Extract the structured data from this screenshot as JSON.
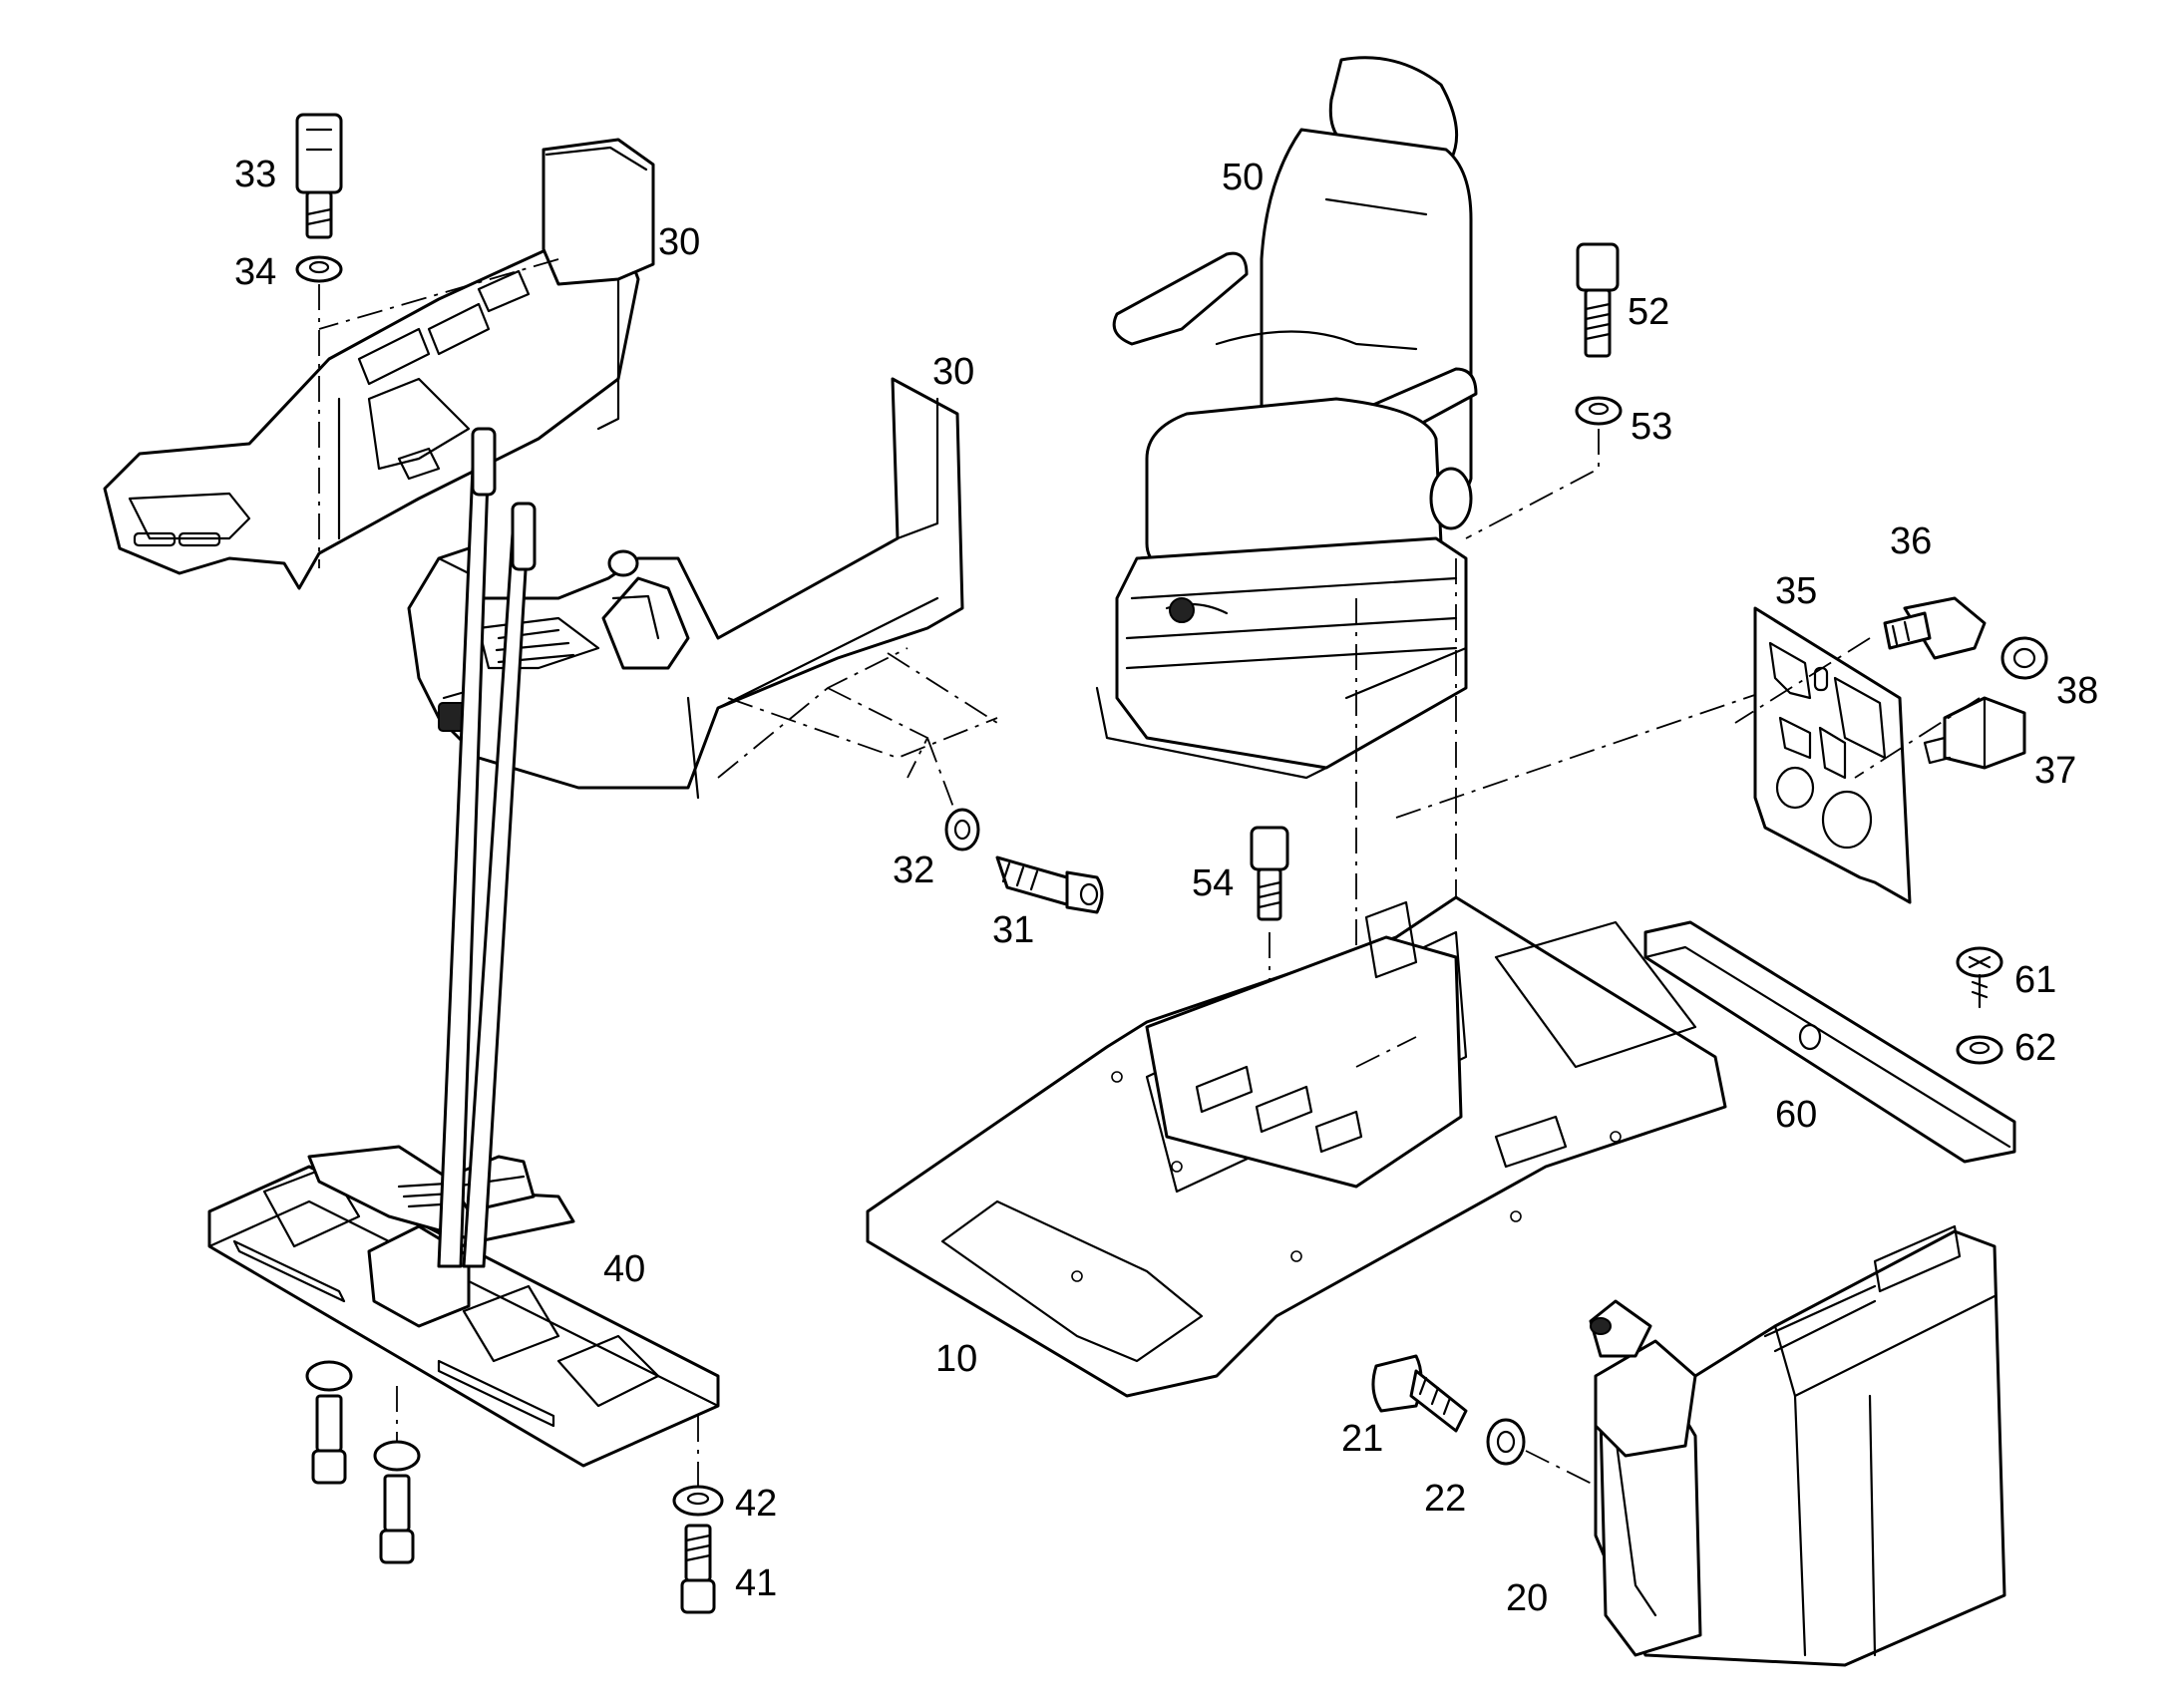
{
  "callouts": {
    "n10": "10",
    "n20": "20",
    "n21": "21",
    "n22": "22",
    "n30a": "30",
    "n30b": "30",
    "n31": "31",
    "n32": "32",
    "n33": "33",
    "n34": "34",
    "n35": "35",
    "n36": "36",
    "n37": "37",
    "n38": "38",
    "n40": "40",
    "n41": "41",
    "n42": "42",
    "n50": "50",
    "n52": "52",
    "n53": "53",
    "n54": "54",
    "n60": "60",
    "n61": "61",
    "n62": "62"
  }
}
